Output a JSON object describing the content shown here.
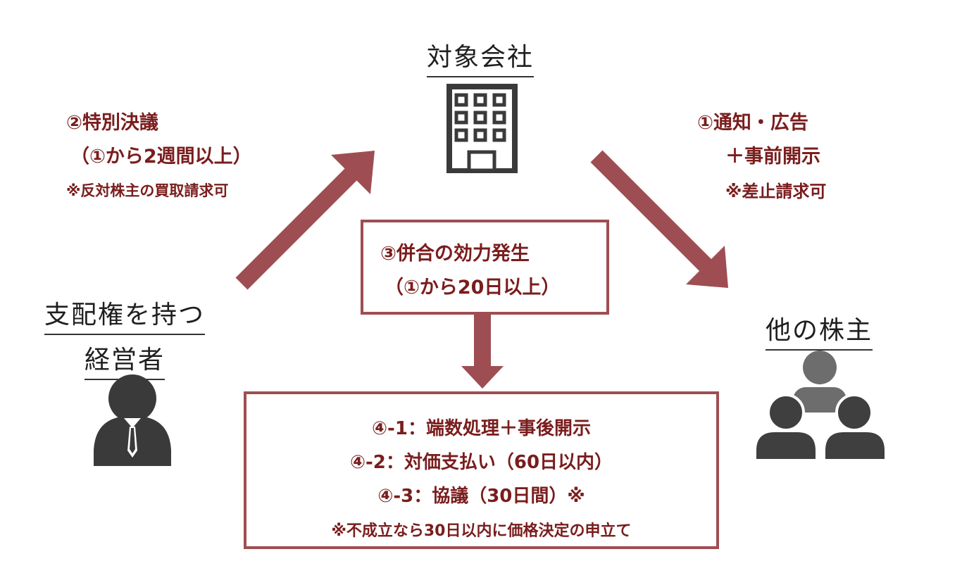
{
  "colors": {
    "arrow": "#9e4e52",
    "text_red": "#7a1d1d",
    "icon_dark": "#3a3a3a",
    "icon_gray": "#6d6d6d"
  },
  "nodes": {
    "company": "対象会社",
    "manager_line1": "支配権を持つ",
    "manager_line2": "経営者",
    "shareholders": "他の株主"
  },
  "step2": {
    "line1": "②特別決議",
    "line2": "（①から2週間以上）",
    "note": "※反対株主の買取請求可"
  },
  "step1": {
    "line1": "①通知・広告",
    "line2": "＋事前開示",
    "note": "※差止請求可"
  },
  "step3": {
    "line1": "③併合の効力発生",
    "line2": "（①から20日以上）"
  },
  "step4": {
    "line1": "④-1：端数処理＋事後開示",
    "line2": "④-2：対価支払い（60日以内）",
    "line3": "④-3：協議（30日間）※",
    "note": "※不成立なら30日以内に価格決定の申立て"
  },
  "icons": {
    "company": "building-icon",
    "manager": "businessman-icon",
    "shareholders": "group-icon"
  }
}
